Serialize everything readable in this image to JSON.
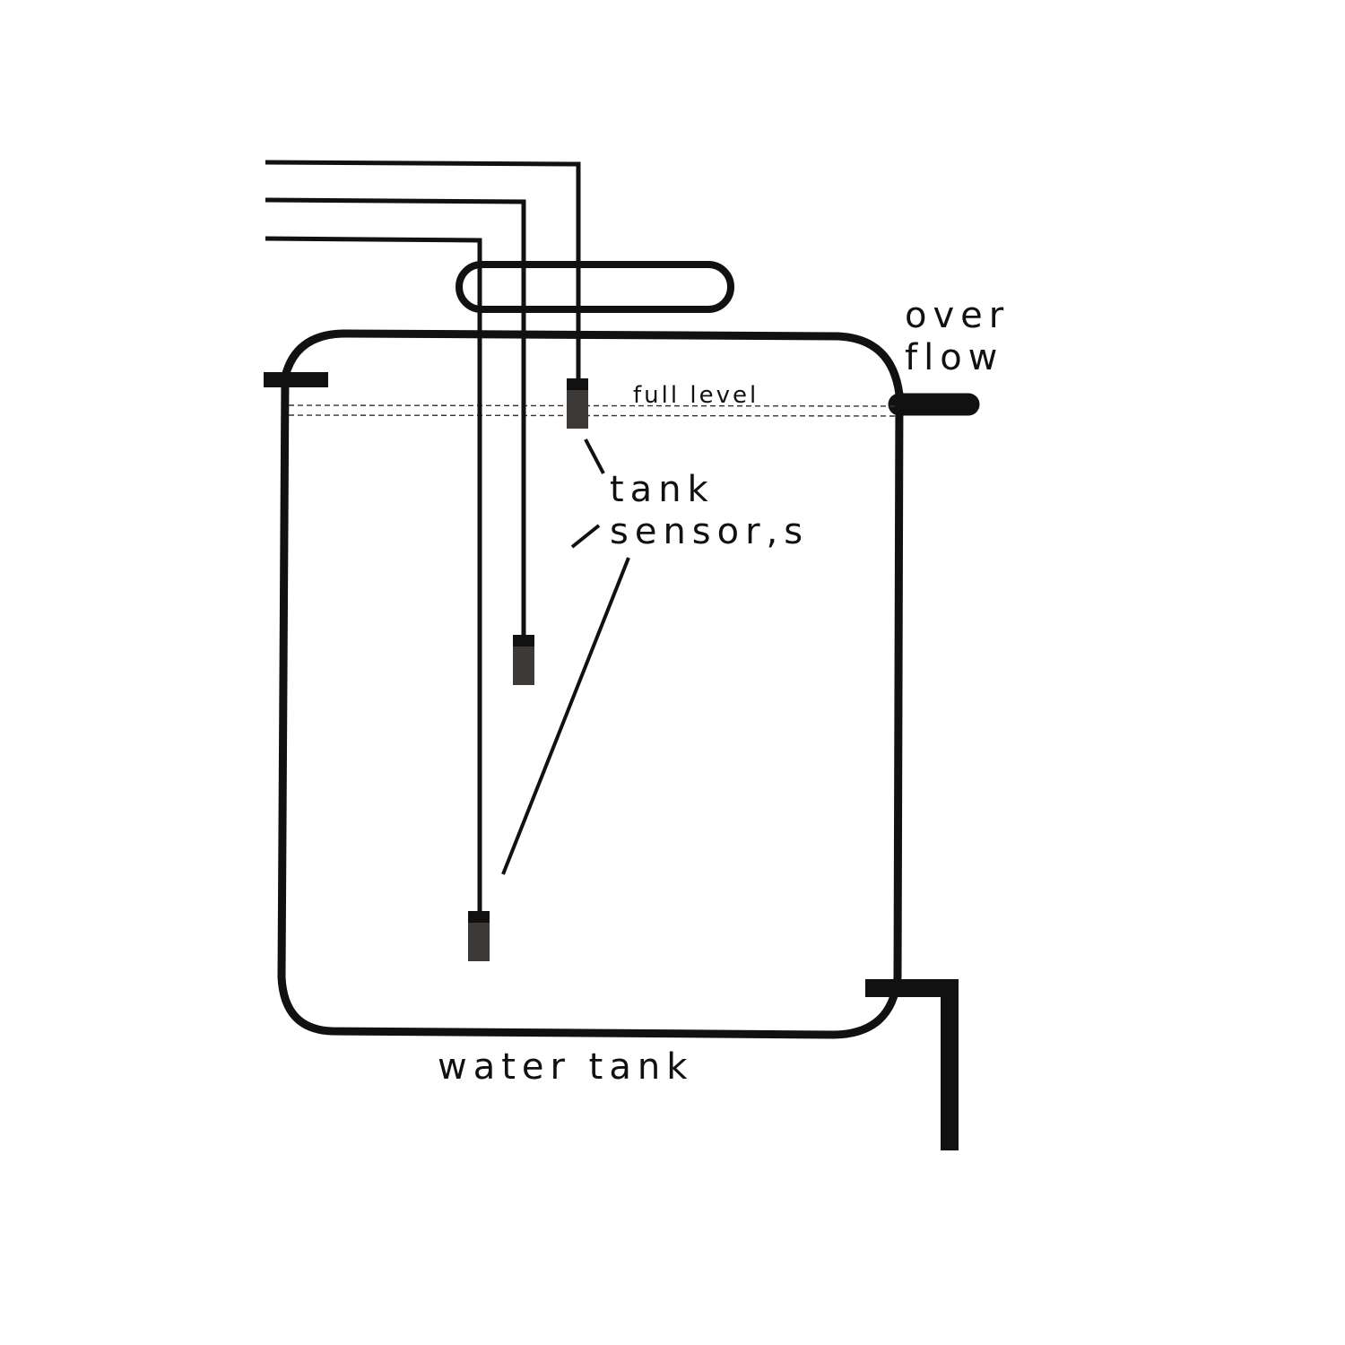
{
  "labels": {
    "overflow_line1": "over",
    "overflow_line2": "flow",
    "full_level": "full level",
    "sensors_line1": "tank",
    "sensors_line2": "sensor,s",
    "tank": "water tank"
  },
  "colors": {
    "line": "#111111",
    "sensor_body": "#3d3936",
    "sensor_cap": "#111111",
    "background": "#ffffff"
  }
}
